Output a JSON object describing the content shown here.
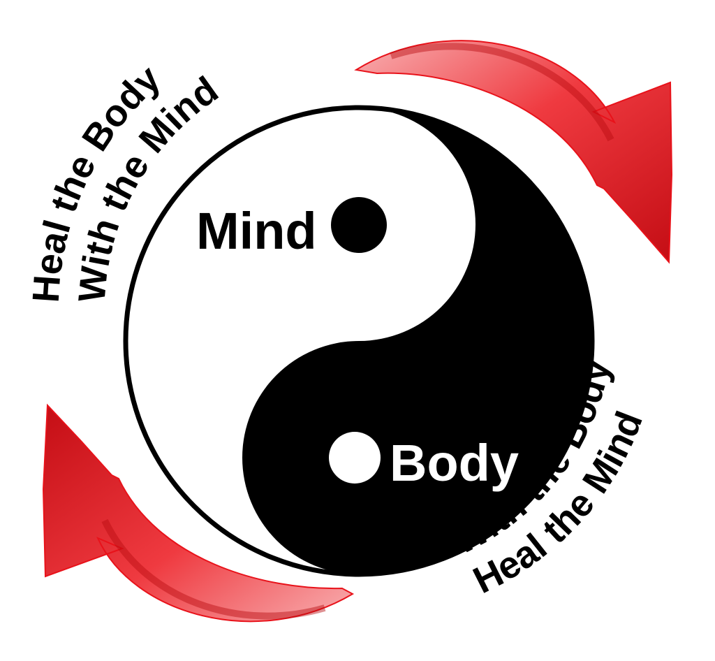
{
  "labels": {
    "mind": "Mind",
    "body": "Body"
  },
  "arc_texts": {
    "top_left_outer": "Heal the Body",
    "top_left_inner": "With the Mind",
    "bottom_right_outer": "Heal the Mind",
    "bottom_right_inner": "With the Body"
  },
  "colors": {
    "yin": "#000000",
    "yang": "#ffffff",
    "arrow": "#e8121a",
    "arrow_light": "#f7a0a2",
    "text": "#000000"
  },
  "icons": {
    "symbol": "yin-yang-icon",
    "arrow_top_right": "curved-arrow-clockwise-icon",
    "arrow_bottom_left": "curved-arrow-clockwise-icon"
  }
}
